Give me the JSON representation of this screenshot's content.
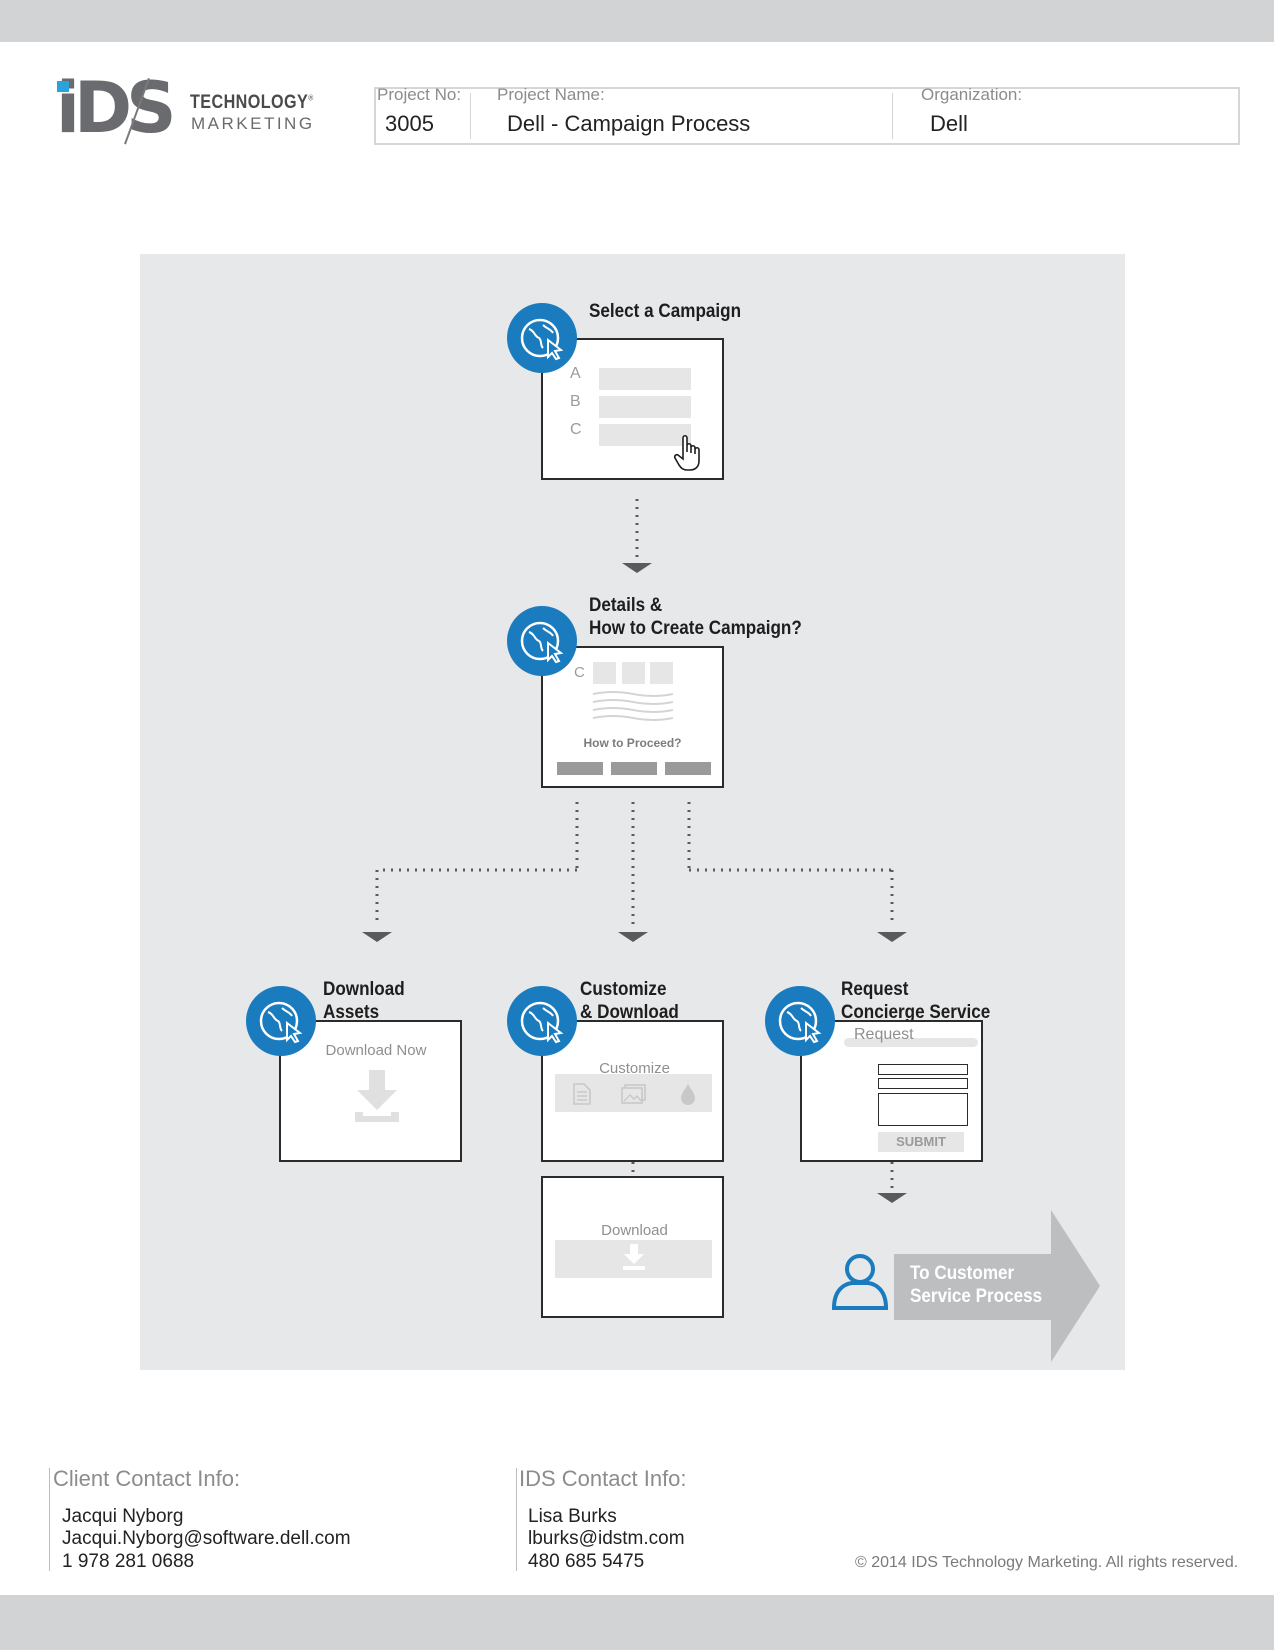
{
  "logo": {
    "brand": "iDS",
    "line1": "TECHNOLOGY",
    "line2": "MARKETING",
    "registered": "®"
  },
  "project": {
    "no_label": "Project No:",
    "no_value": "3005",
    "name_label": "Project Name:",
    "name_value": "Dell - Campaign Process",
    "org_label": "Organization:",
    "org_value": "Dell"
  },
  "diagram": {
    "step1": {
      "title": "Select a Campaign",
      "options": [
        "A",
        "B",
        "C"
      ]
    },
    "step2": {
      "title_line1": "Details &",
      "title_line2": "How to Create Campaign?",
      "mini_label": "C",
      "question": "How to Proceed?"
    },
    "step3a": {
      "title_line1": "Download",
      "title_line2": "Assets",
      "button_text": "Download Now"
    },
    "step3b": {
      "title_line1": "Customize",
      "title_line2": "& Download",
      "customize_text": "Customize",
      "download_text": "Download"
    },
    "step3c": {
      "title_line1": "Request",
      "title_line2": "Concierge Service",
      "request_text": "Request",
      "submit_text": "SUBMIT"
    },
    "exit": {
      "line1": "To Customer",
      "line2": "Service Process"
    },
    "colors": {
      "accent": "#1a7cbf",
      "panel": "#e7e8ea",
      "arrow": "#bdbec0",
      "connector": "#5a5a5c"
    }
  },
  "footer": {
    "client": {
      "title": "Client Contact Info:",
      "name": "Jacqui Nyborg",
      "email": "Jacqui.Nyborg@software.dell.com",
      "phone": "1 978 281 0688"
    },
    "ids": {
      "title": "IDS Contact Info:",
      "name": "Lisa Burks",
      "email": "lburks@idstm.com",
      "phone": "480 685 5475"
    },
    "copyright": "© 2014 IDS Technology Marketing. All rights reserved."
  }
}
